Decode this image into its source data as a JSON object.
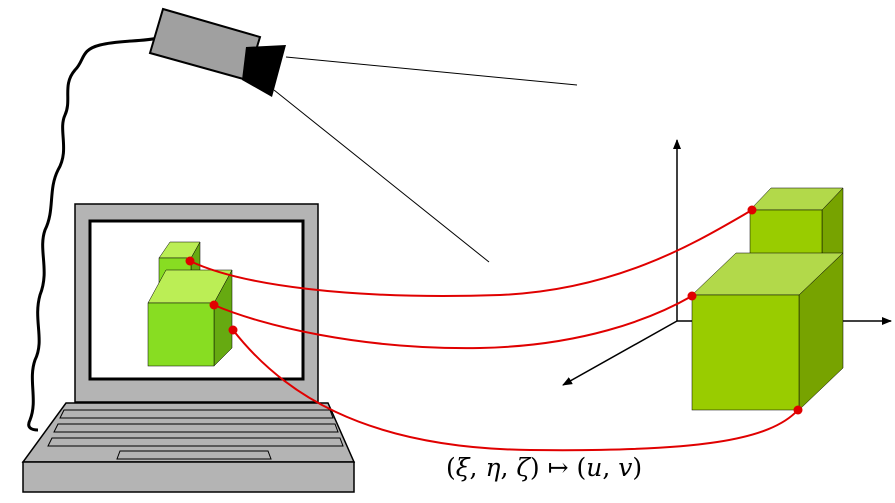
{
  "formula": {
    "open1": "(",
    "xi": "ξ",
    "comma1": ", ",
    "eta": "η",
    "comma2": ", ",
    "zeta": "ζ",
    "close1": ")",
    "arrow": " ↦ ",
    "open2": "(",
    "u": "u",
    "comma3": ", ",
    "v": "v",
    "close2": ")"
  },
  "colors": {
    "correspondence_line": "#e00000",
    "cube_front": "#99cc00",
    "cube_top": "#b2d94a",
    "cube_side": "#77a300",
    "screen_cube_front": "#88dd22",
    "screen_cube_top": "#bbee55",
    "screen_cube_side": "#66aa11",
    "laptop_gray": "#b4b4b4",
    "camera_body": "#a0a0a0"
  }
}
